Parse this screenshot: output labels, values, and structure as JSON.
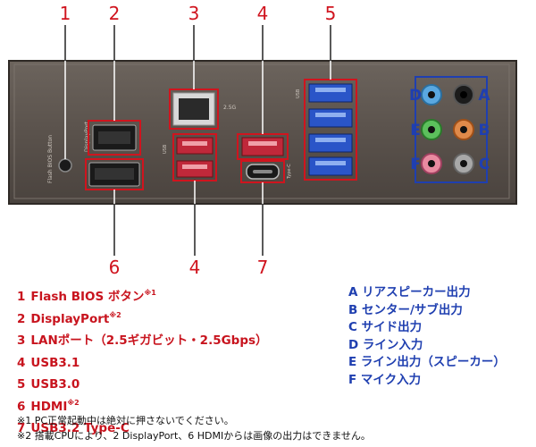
{
  "numbers": [
    "1",
    "2",
    "3",
    "4",
    "5",
    "6",
    "4",
    "7"
  ],
  "jack_letters": [
    "A",
    "B",
    "C",
    "D",
    "E",
    "F"
  ],
  "panel_labels": {
    "flash": "Flash BIOS Button",
    "displayport": "DisplayPort",
    "lan": "2.5G",
    "usb": "USB",
    "typec": "Type-C"
  },
  "legend_left": [
    {
      "num": "1",
      "text": "Flash BIOS ボタン",
      "sup": "※1"
    },
    {
      "num": "2",
      "text": "DisplayPort",
      "sup": "※2"
    },
    {
      "num": "3",
      "text": "LANポート（2.5ギガビット・2.5Gbps）",
      "sup": ""
    },
    {
      "num": "4",
      "text": "USB3.1",
      "sup": ""
    },
    {
      "num": "5",
      "text": "USB3.0",
      "sup": ""
    },
    {
      "num": "6",
      "text": "HDMI",
      "sup": "※2"
    },
    {
      "num": "7",
      "text": "USB3.2 Type-C",
      "sup": ""
    }
  ],
  "legend_right": [
    {
      "text": "A リアスピーカー出力"
    },
    {
      "text": "B センター/サブ出力"
    },
    {
      "text": "C サイド出力"
    },
    {
      "text": "D ライン入力"
    },
    {
      "text": "E ライン出力（スピーカー）"
    },
    {
      "text": "F マイク入力"
    }
  ],
  "notes": [
    "※1 PC正常起動中は絶対に押さないでください。",
    "※2 搭載CPUにより、2 DisplayPort、6 HDMIからは画像の出力はできません。"
  ],
  "colors": {
    "red": "#d0141e",
    "blue": "#1f3fb0",
    "panel": "#5e5650",
    "panel_edge": "#3e3833",
    "usb3_blue": "#2a55c8",
    "usb31_red": "#c0283a"
  }
}
